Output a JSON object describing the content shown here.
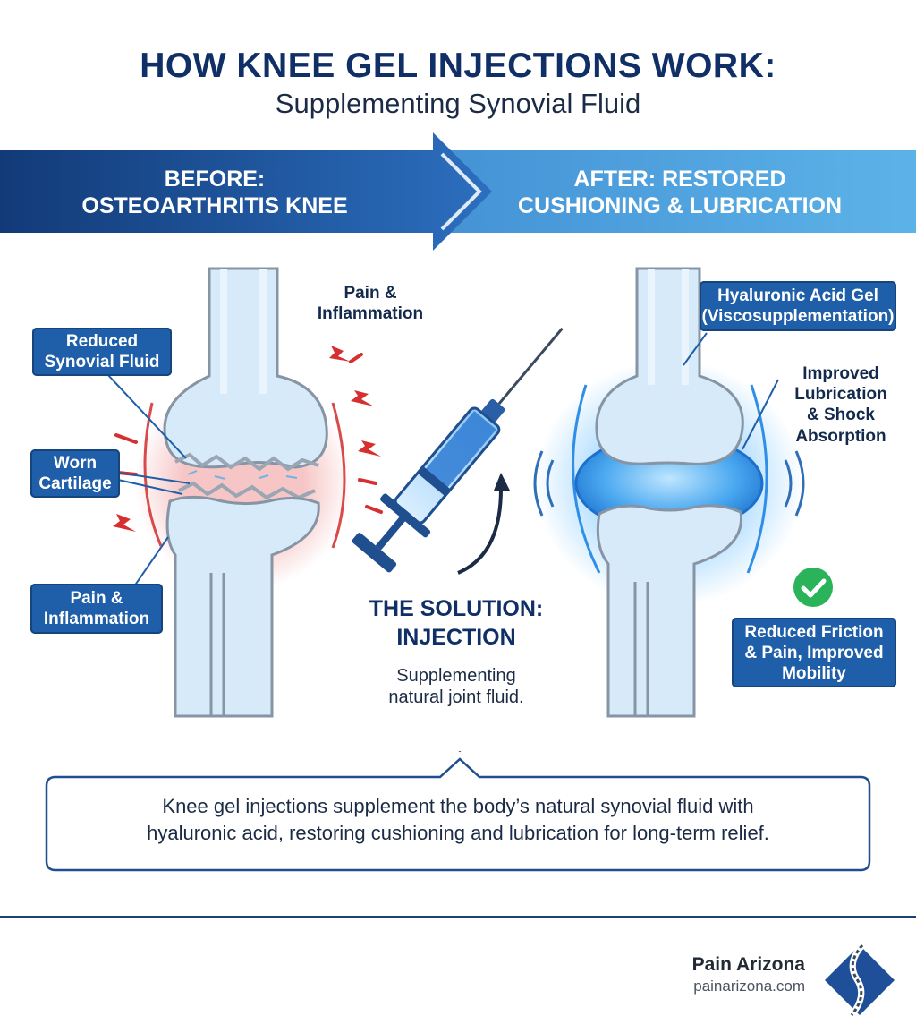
{
  "header": {
    "title": "HOW KNEE GEL INJECTIONS WORK:",
    "subtitle": "Supplementing Synovial Fluid"
  },
  "banner": {
    "before_line1": "BEFORE:",
    "before_line2": "OSTEOARTHRITIS KNEE",
    "after_line1": "AFTER: RESTORED",
    "after_line2": "CUSHIONING & LUBRICATION"
  },
  "before_labels": {
    "pain_top_1": "Pain &",
    "pain_top_2": "Inflammation",
    "reduced_fluid_1": "Reduced",
    "reduced_fluid_2": "Synovial Fluid",
    "worn_cartilage_1": "Worn",
    "worn_cartilage_2": "Cartilage",
    "pain_bottom_1": "Pain &",
    "pain_bottom_2": "Inflammation"
  },
  "solution": {
    "title_1": "THE SOLUTION:",
    "title_2": "INJECTION",
    "desc_1": "Supplementing",
    "desc_2": "natural joint fluid."
  },
  "after_labels": {
    "gel_1": "Hyaluronic Acid Gel",
    "gel_2": "(Viscosupplementation)",
    "improved_1": "Improved",
    "improved_2": "Lubrication",
    "improved_3": "& Shock",
    "improved_4": "Absorption",
    "result_1": "Reduced Friction",
    "result_2": "& Pain, Improved",
    "result_3": "Mobility"
  },
  "callout": {
    "line1": "Knee gel injections supplement the body’s natural synovial fluid with",
    "line2": "hyaluronic acid, restoring cushioning and lubrication for long-term relief."
  },
  "footer": {
    "brand": "Pain Arizona",
    "url": "painarizona.com"
  },
  "colors": {
    "navy": "#0f2f66",
    "label_blue": "#1f5ea8",
    "inflammation_red": "#d62f2f",
    "gel_blue": "#2f8fe6",
    "success_green": "#2bb35a"
  }
}
